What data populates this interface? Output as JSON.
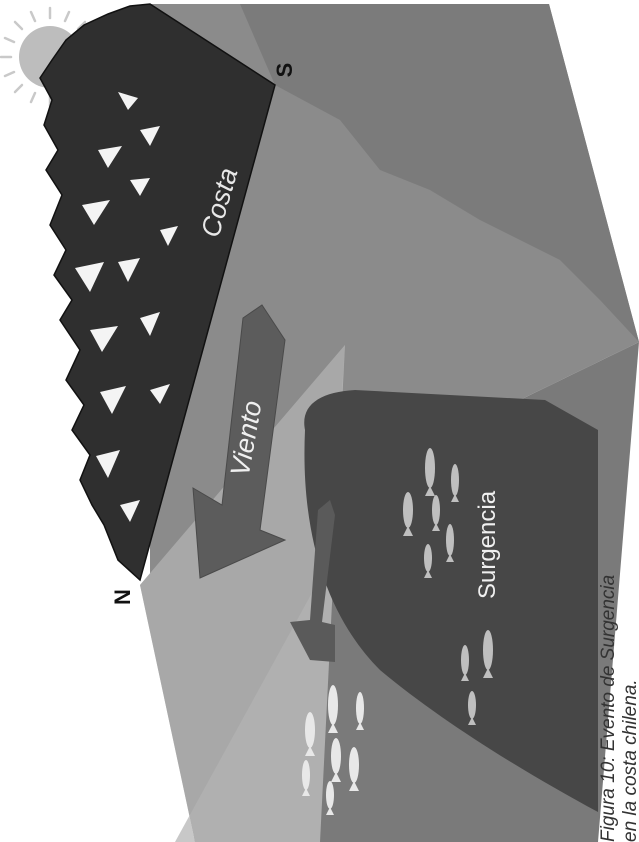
{
  "figure": {
    "labels": {
      "north": "N",
      "south": "S",
      "coast": "Costa",
      "wind": "Viento",
      "upwelling": "Surgencia"
    },
    "caption_lines": [
      "Figura 10: Evento de Surgencia",
      "en la costa chilena."
    ],
    "icons": [
      "sun-icon",
      "fish-icon",
      "wind-arrow-icon",
      "current-arrow-icon"
    ],
    "colors": {
      "land": "#2f2f2f",
      "ocean_surface": "#8a8a8a",
      "ocean_front": "#7a7a7a",
      "ocean_light": "#b4b4b4",
      "upwelling": "#474747",
      "sun": "#bdbdbd",
      "fish": "#cfcfcf"
    }
  }
}
